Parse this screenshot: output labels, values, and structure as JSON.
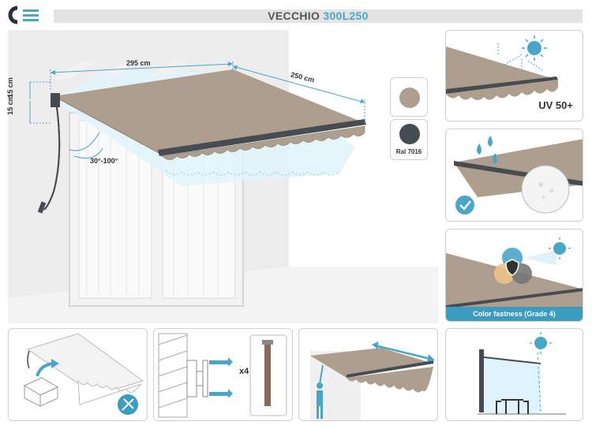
{
  "brand": {
    "logo_icon": "ce-logo-icon",
    "accent_color": "#3a9cc1"
  },
  "title": {
    "model_prefix": "VECCHIO",
    "model_code": "300L250"
  },
  "dimensions": {
    "width_label": "295 cm",
    "projection_label": "250 cm",
    "bracket_height_a": "15 cm",
    "bracket_height_b": "15 cm",
    "angle_range": "30°-100°"
  },
  "swatches": {
    "fabric_color": "#ad9e8d",
    "frame_color": "#474c52",
    "frame_label": "Ral 7016"
  },
  "features": {
    "uv_label": "UV 50+",
    "water_check_icon": "checkmark-icon",
    "color_fastness_label": "Color fastness (Grade 4)"
  },
  "bottom_panels": {
    "fasteners_count": "x4"
  }
}
